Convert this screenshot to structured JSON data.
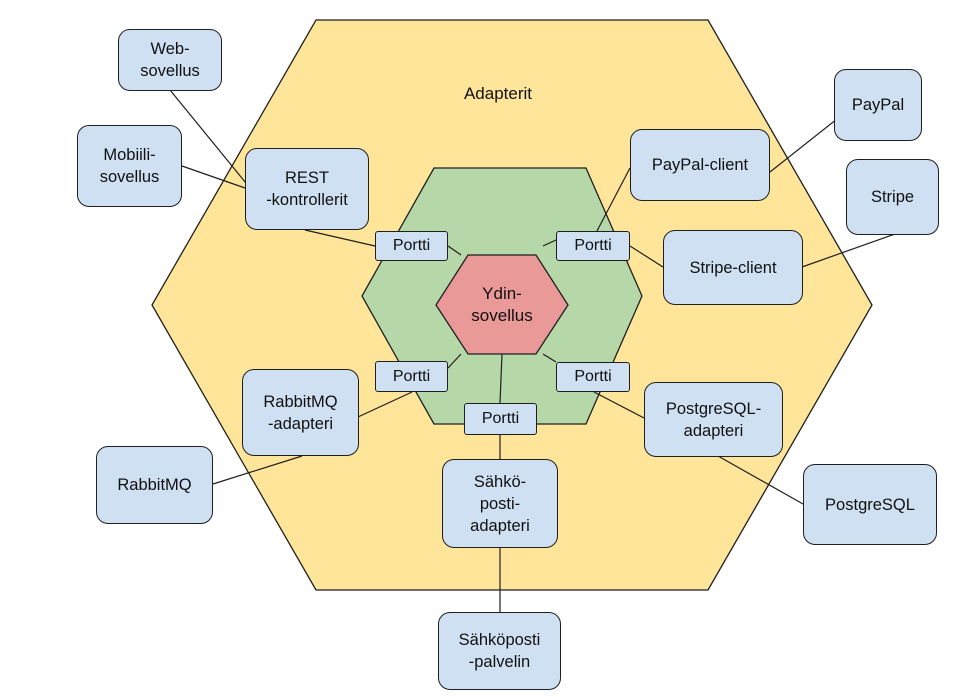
{
  "diagram": {
    "outer_label": "Adapterit",
    "core_label": "Ydin-\nsovellus",
    "port_label": "Portti",
    "colors": {
      "outer_fill": "#ffe599",
      "middle_fill": "#b6d7a8",
      "core_fill": "#ea9999",
      "box_fill": "#cfe0f3",
      "stroke": "#1f1f1f"
    },
    "nodes": {
      "web": "Web-\nsovellus",
      "mobile": "Mobiili-\nsovellus",
      "rest": "REST\n-kontrollerit",
      "paypal_client": "PayPal-client",
      "paypal": "PayPal",
      "stripe": "Stripe",
      "stripe_client": "Stripe-client",
      "rabbitmq_adapter": "RabbitMQ\n-adapteri",
      "rabbitmq": "RabbitMQ",
      "postgres_adapter": "PostgreSQL-\nadapteri",
      "postgres": "PostgreSQL",
      "email_adapter": "Sähkö-\nposti-\nadapteri",
      "email_server": "Sähköposti\n-palvelin"
    }
  }
}
